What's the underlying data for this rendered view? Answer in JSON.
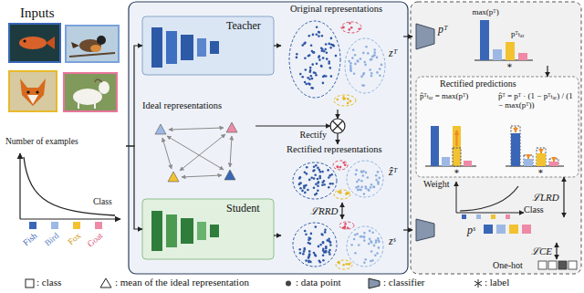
{
  "diagram": {
    "nodes": [
      {
        "text": [
          "Inputs"
        ]
      },
      {
        "text": [
          "Teacher"
        ]
      },
      {
        "text": [
          "Original representations",
          "zᵀ"
        ]
      },
      {
        "text": [
          "Ideal representations"
        ]
      },
      {
        "text": [
          "Rectify"
        ]
      },
      {
        "text": [
          "Rectified representations",
          "ẑᵀ"
        ]
      },
      {
        "text": [
          "Student"
        ]
      },
      {
        "text": [
          "zˢ"
        ]
      },
      {
        "text": [
          "pᵀ",
          "max(pᵀ)",
          "pᵀₜₐᵣ"
        ]
      },
      {
        "text": [
          "Rectified predictions",
          "p̂ᵀₜₐᵣ = max(pᵀ)",
          "p̂ᵀ = pᵀ · (1 − pᵀₜₐᵣ) / (1 − max(pᵀ))"
        ]
      },
      {
        "text": [
          "pˢ"
        ]
      },
      {
        "text": [
          "One-hot"
        ]
      }
    ],
    "edges": [
      {
        "from": 0,
        "to": 1,
        "arrow": "to"
      },
      {
        "from": 0,
        "to": 6,
        "arrow": "to"
      },
      {
        "from": 1,
        "to": 2,
        "arrow": "to"
      },
      {
        "from": 2,
        "to": 4,
        "arrow": "to"
      },
      {
        "from": 3,
        "to": 4,
        "arrow": "to"
      },
      {
        "from": 4,
        "to": 5,
        "arrow": "to"
      },
      {
        "from": 5,
        "to": 7,
        "label": "ℒRRD",
        "arrow": "both"
      },
      {
        "from": 6,
        "to": 7,
        "arrow": "to"
      },
      {
        "from": 2,
        "to": 8,
        "arrow": "to"
      },
      {
        "from": 8,
        "to": 9,
        "arrow": "to"
      },
      {
        "from": 7,
        "to": 10,
        "arrow": "to"
      },
      {
        "from": 9,
        "to": 10,
        "label": "ℒLRD",
        "arrow": "both"
      },
      {
        "from": 10,
        "to": 11,
        "label": "ℒCE",
        "arrow": "both"
      }
    ],
    "labels": [
      "Number of examples",
      "Class",
      "Fish",
      "Bird",
      "Fox",
      "Goat",
      "∗",
      "∗",
      "∗",
      "Weight",
      "Class"
    ],
    "legend": [
      {
        "text": ": class"
      },
      {
        "text": ": mean of the ideal representation"
      },
      {
        "text": ": data point"
      },
      {
        "text": ": classifier"
      },
      {
        "text": ": label"
      }
    ]
  }
}
